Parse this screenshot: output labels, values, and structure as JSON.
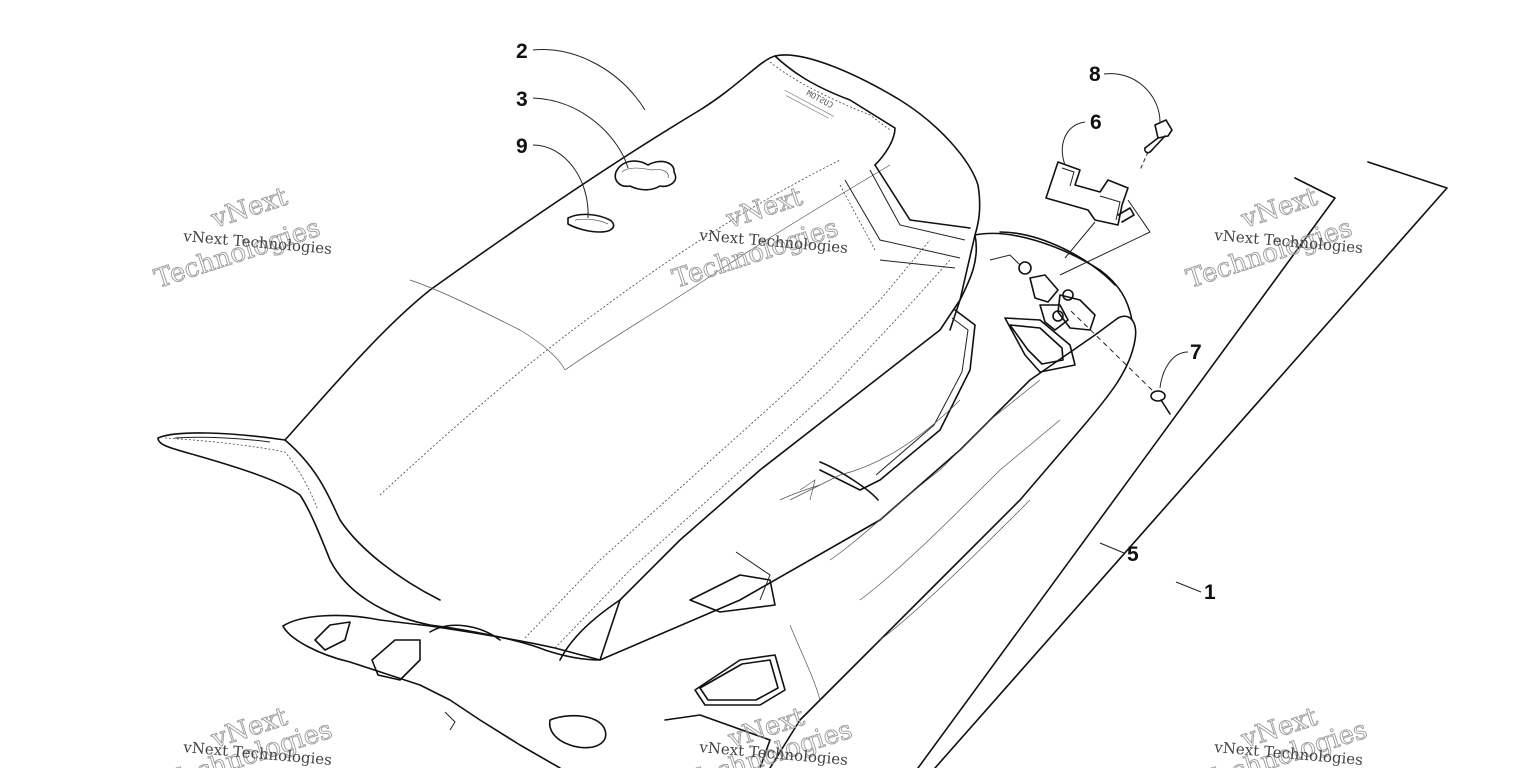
{
  "diagram": {
    "part_labels": [
      {
        "id": "1",
        "text": "1"
      },
      {
        "id": "2",
        "text": "2"
      },
      {
        "id": "3",
        "text": "3"
      },
      {
        "id": "5",
        "text": "5"
      },
      {
        "id": "6",
        "text": "6"
      },
      {
        "id": "7",
        "text": "7"
      },
      {
        "id": "8",
        "text": "8"
      },
      {
        "id": "9",
        "text": "9"
      }
    ],
    "watermark": {
      "small_text": "vNext Technologies",
      "big_word_1": "vNext",
      "big_word_2": "Technologies"
    },
    "seat_print": "CUSTOM"
  }
}
